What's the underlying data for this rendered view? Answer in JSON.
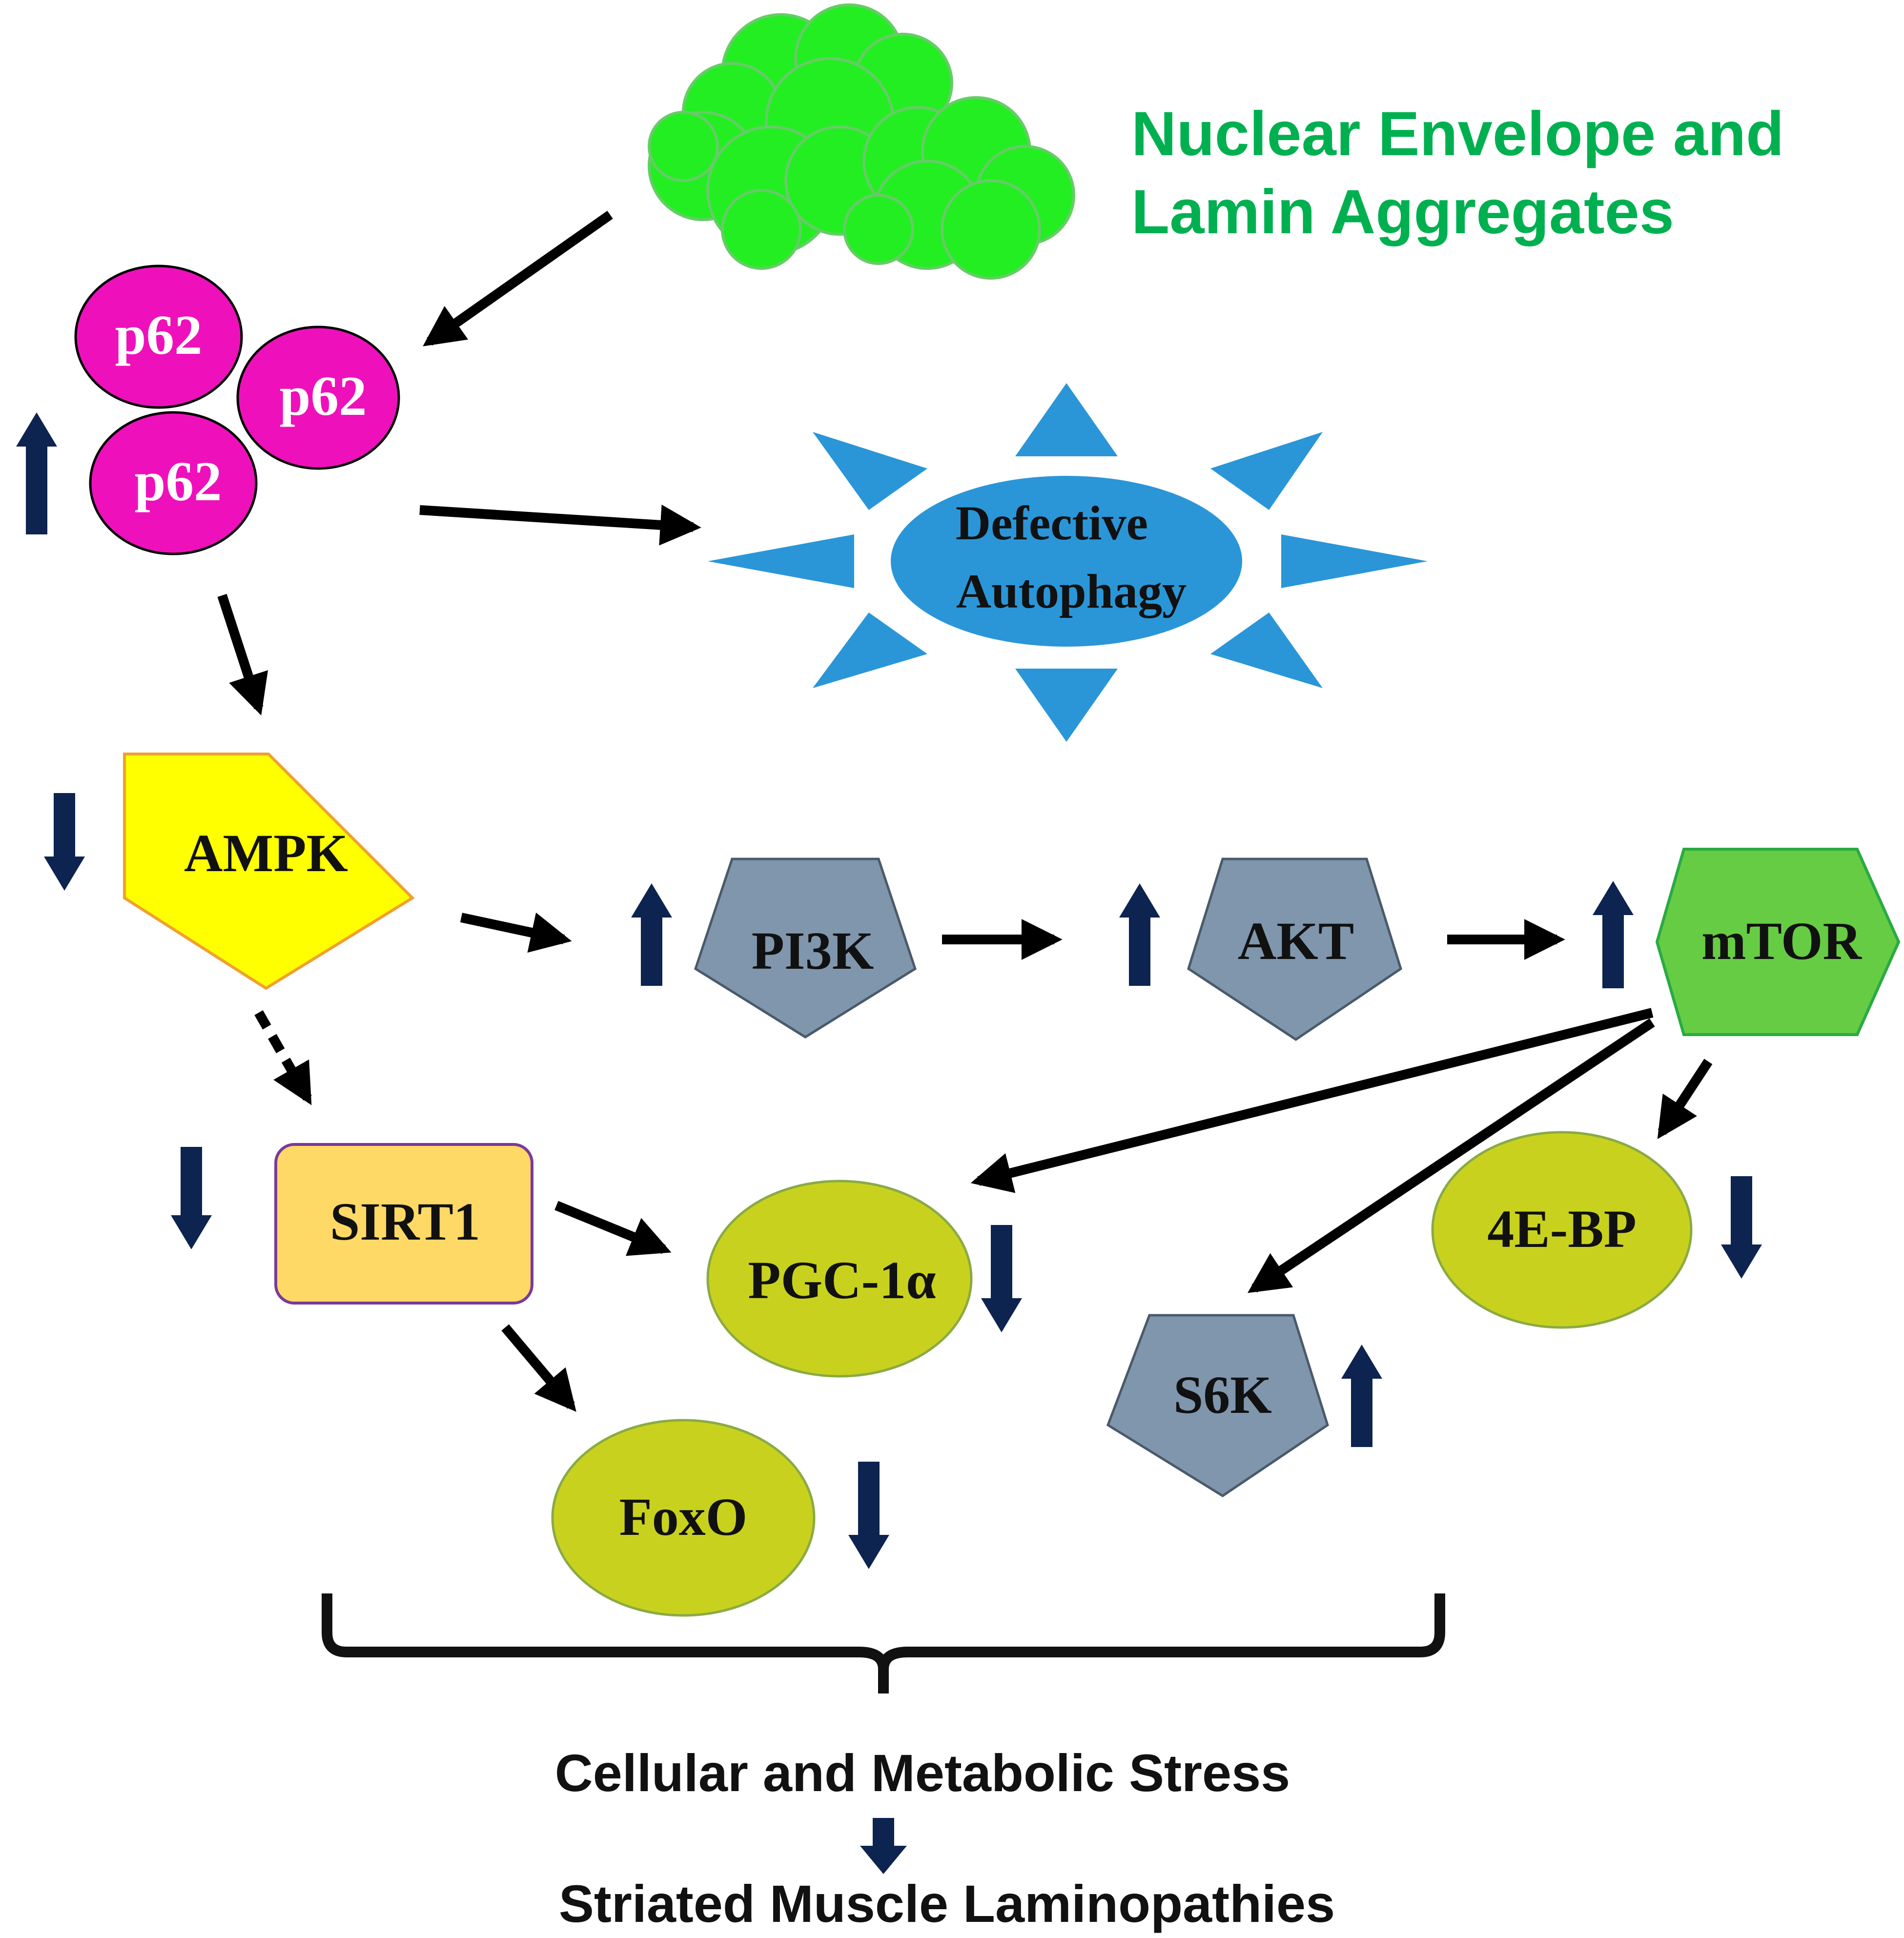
{
  "title": {
    "line1": "Nuclear Envelope and",
    "line2": "Lamin Aggregates"
  },
  "nodes": {
    "p62_1": "p62",
    "p62_2": "p62",
    "p62_3": "p62",
    "autophagy_line1": "Defective",
    "autophagy_line2": "Autophagy",
    "ampk": "AMPK",
    "pi3k": "PI3K",
    "akt": "AKT",
    "mtor": "mTOR",
    "sirt1": "SIRT1",
    "pgc1a": "PGC-1α",
    "foxo": "FoxO",
    "s6k": "S6K",
    "fourebp": "4E-BP"
  },
  "outcome": {
    "stress": "Cellular and Metabolic Stress",
    "disease": "Striated Muscle Laminopathies"
  },
  "regulation": {
    "p62": "up",
    "ampk": "down",
    "pi3k": "up",
    "akt": "up",
    "mtor": "up",
    "sirt1": "down",
    "pgc1a": "down",
    "foxo": "down",
    "s6k": "up",
    "fourebp": "down"
  },
  "colors": {
    "aggregate_fill": "#22ee22",
    "aggregate_text": "#00b050",
    "p62_fill": "#ee11bb",
    "autophagy_fill": "#2a96d8",
    "ampk_fill": "#ffff00",
    "kinase_fill": "#7f96ad",
    "mtor_fill": "#66cc44",
    "sirt1_fill": "#ffd966",
    "olive_fill": "#c8d21e",
    "regulation_arrow": "#0d2350",
    "edge": "#000000"
  }
}
